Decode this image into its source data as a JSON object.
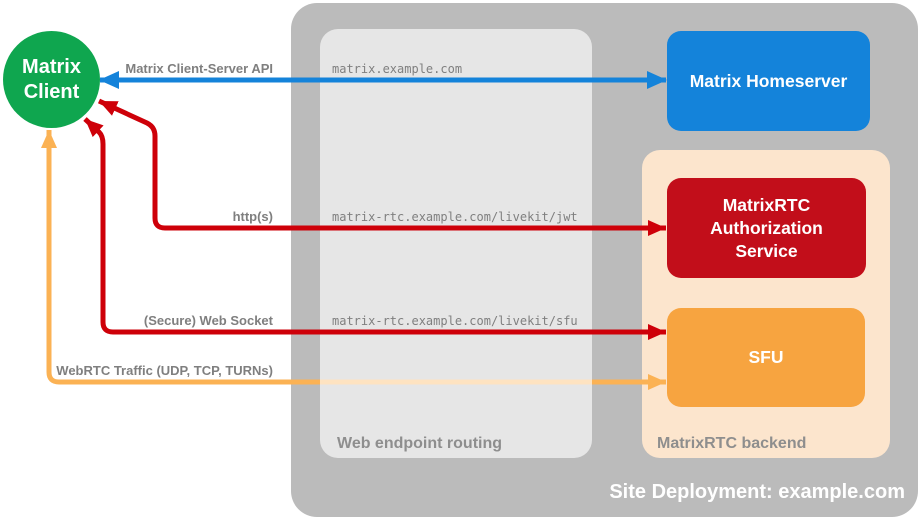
{
  "deployment": {
    "title": "Site Deployment: example.com",
    "background_color": "#BBBBBB"
  },
  "client": {
    "label": "Matrix Client",
    "color": "#0FA64F"
  },
  "homeserver": {
    "label": "Matrix Homeserver",
    "color": "#1483DA"
  },
  "routing": {
    "label": "Web endpoint routing",
    "endpoints": [
      "matrix.example.com",
      "matrix-rtc.example.com/livekit/jwt",
      "matrix-rtc.example.com/livekit/sfu"
    ]
  },
  "backend": {
    "label": "MatrixRTC backend",
    "container_color": "#FCE5CD",
    "services": [
      {
        "label": "MatrixRTC Authorization Service",
        "color": "#C20E1A"
      },
      {
        "label": "SFU",
        "color": "#F7A440"
      }
    ]
  },
  "connections": [
    {
      "label": "Matrix Client-Server API",
      "color": "#1483DA",
      "from": "Matrix Client",
      "to": "Matrix Homeserver",
      "bidirectional": true
    },
    {
      "label": "http(s)",
      "color": "#CE0009",
      "from": "Matrix Client",
      "to": "MatrixRTC Authorization Service",
      "bidirectional": true
    },
    {
      "label": "(Secure) Web Socket",
      "color": "#CE0009",
      "from": "Matrix Client",
      "to": "SFU",
      "bidirectional": true
    },
    {
      "label": "WebRTC Traffic (UDP, TCP, TURNs)",
      "color": "#FBB254",
      "from": "Matrix Client",
      "to": "SFU",
      "bidirectional": true
    }
  ]
}
